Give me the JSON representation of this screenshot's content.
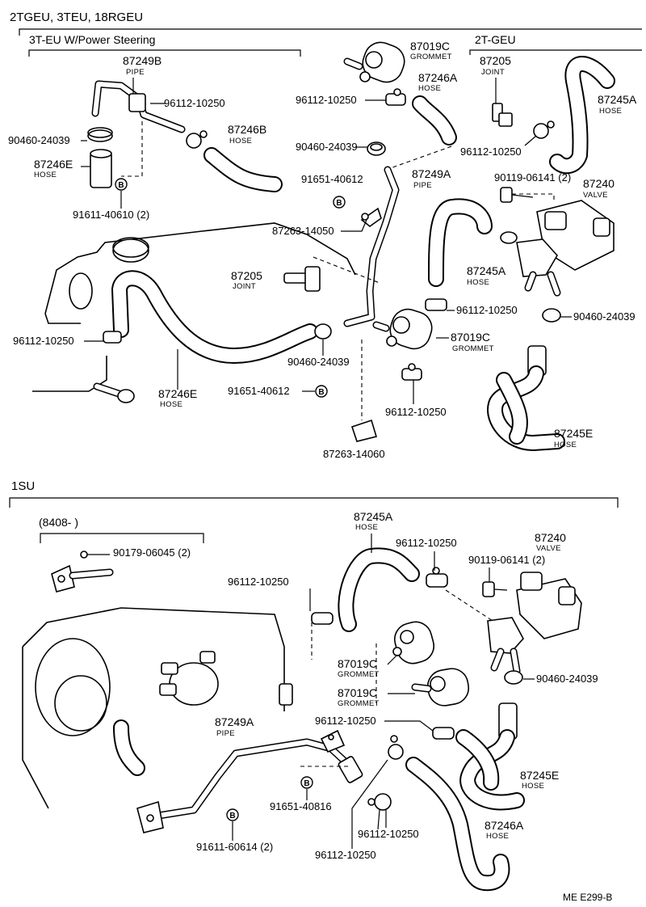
{
  "headers": {
    "main": "2TGEU, 3TEU, 18RGEU",
    "sub": "3T-EU W/Power Steering",
    "right": "2T-GEU",
    "lower": "1SU",
    "date_range": "(8408-         )"
  },
  "labels": {
    "p87249B": "87249B",
    "pipe1": "PIPE",
    "p96112_a": "96112-10250",
    "p90460_a": "90460-24039",
    "p87246E_a": "87246E",
    "hose_e_a": "HOSE",
    "p91611_a": "91611-40610 (2)",
    "p87246B": "87246B",
    "hose_b": "HOSE",
    "p87019C_a": "87019C",
    "grommet_a": "GROMMET",
    "p87246A_a": "87246A",
    "hose_a_a": "HOSE",
    "p96112_b": "96112-10250",
    "p90460_b": "90460-24039",
    "p91651_a": "91651-40612",
    "p87249A_a": "87249A",
    "pipe_a": "PIPE",
    "p87205_a": "87205",
    "joint_a": "JOINT",
    "p87245A_a": "87245A",
    "hose_45a_a": "HOSE",
    "p96112_c": "96112-10250",
    "p90119_a": "90119-06141 (2)",
    "p87240_a": "87240",
    "valve_a": "VALVE",
    "p87263_a": "87263-14050",
    "p87205_b": "87205",
    "joint_b": "JOINT",
    "p87245A_b": "87245A",
    "hose_45a_b": "HOSE",
    "p96112_d": "96112-10250",
    "p90460_c": "90460-24039",
    "p96112_e": "96112-10250",
    "p87019C_b": "87019C",
    "grommet_b": "GROMMET",
    "p90460_d": "90460-24039",
    "p87246E_b": "87246E",
    "hose_e_b": "HOSE",
    "p91651_b": "91651-40612",
    "p96112_f": "96112-10250",
    "p87245E_a": "87245E",
    "hose_45e_a": "HOSE",
    "p87263_b": "87263-14060",
    "p87245A_c": "87245A",
    "hose_45a_c": "HOSE",
    "p96112_g": "96112-10250",
    "p87240_b": "87240",
    "valve_b": "VALVE",
    "p90179": "90179-06045 (2)",
    "p90119_b": "90119-06141 (2)",
    "p96112_h": "96112-10250",
    "p87019C_c": "87019C",
    "grommet_c": "GROMMET",
    "p90460_e": "90460-24039",
    "p87019C_d": "87019C",
    "grommet_d": "GROMMET",
    "p96112_i": "96112-10250",
    "p87249A_b": "87249A",
    "pipe_b": "PIPE",
    "p87245E_b": "87245E",
    "hose_45e_b": "HOSE",
    "p91651_c": "91651-40816",
    "p96112_j": "96112-10250",
    "p87246A_b": "87246A",
    "hose_a_b": "HOSE",
    "p91611_b": "91611-60614 (2)",
    "p96112_k": "96112-10250",
    "bolt_symbol": "B",
    "figure_id": "ME  E299-B"
  }
}
